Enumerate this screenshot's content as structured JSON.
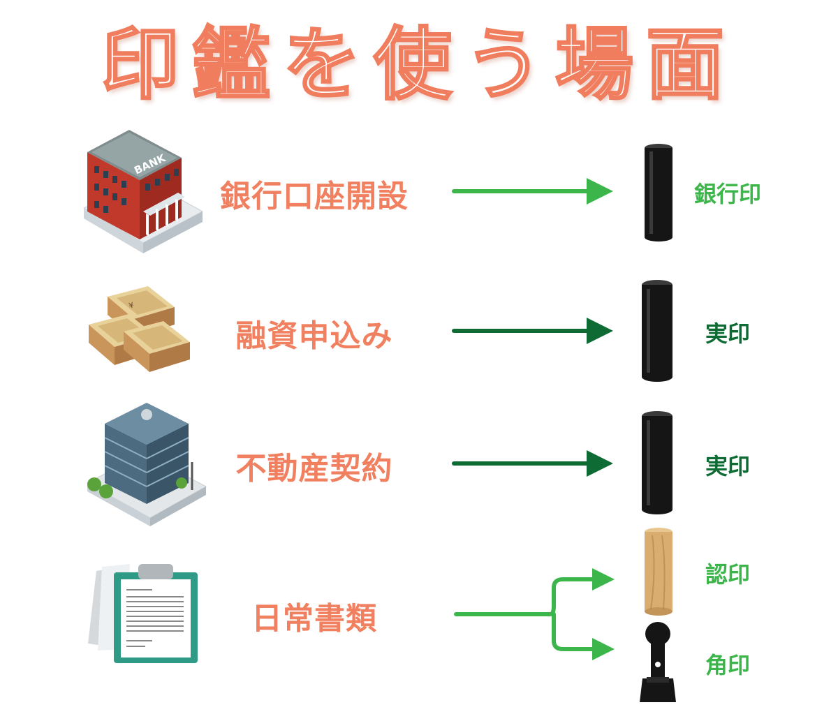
{
  "title": "印鑑を使う場面",
  "rows": [
    {
      "label": "銀行口座開設",
      "seal": "銀行印",
      "icon": "bank-building-icon"
    },
    {
      "label": "融資申込み",
      "seal": "実印",
      "icon": "money-stack-icon"
    },
    {
      "label": "不動産契約",
      "seal": "実印",
      "icon": "office-building-icon"
    },
    {
      "label": "日常書類",
      "seals": [
        "認印",
        "角印"
      ],
      "icon": "clipboard-document-icon"
    }
  ],
  "colors": {
    "title_outline": "#f07d5e",
    "label": "#f08060",
    "arrow_light": "#3cb64a",
    "arrow_dark": "#0e6b34"
  }
}
